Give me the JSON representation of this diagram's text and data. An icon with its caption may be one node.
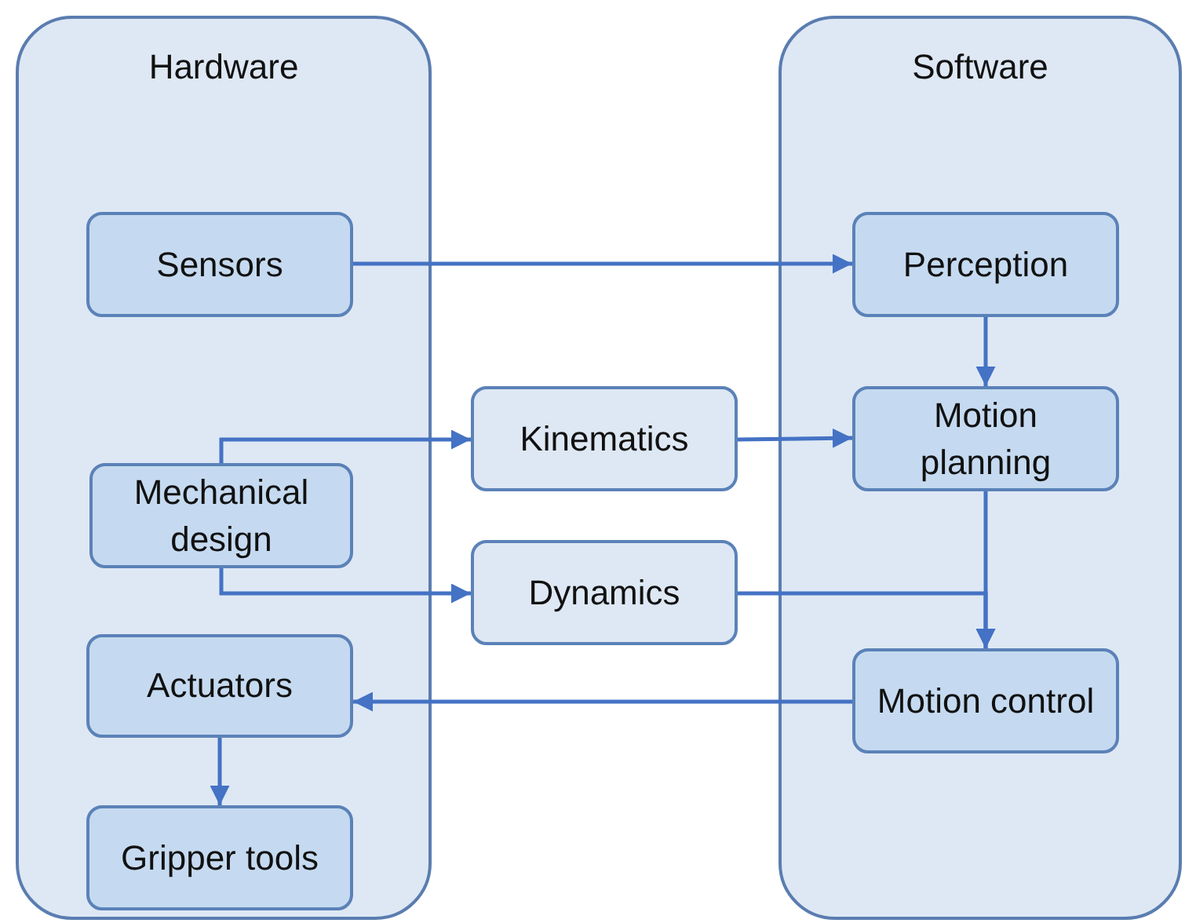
{
  "diagram": {
    "nodes": [
      {
        "text": [
          "Hardware"
        ]
      },
      {
        "text": [
          "Sensors"
        ],
        "in": 0
      },
      {
        "text": [
          "Mechanical design"
        ],
        "in": 0
      },
      {
        "text": [
          "Actuators"
        ],
        "in": 0
      },
      {
        "text": [
          "Gripper tools"
        ],
        "in": 0
      },
      {
        "text": [
          "Kinematics"
        ]
      },
      {
        "text": [
          "Dynamics"
        ]
      },
      {
        "text": [
          "Software"
        ]
      },
      {
        "text": [
          "Perception"
        ],
        "in": 7
      },
      {
        "text": [
          "Motion planning"
        ],
        "in": 7
      },
      {
        "text": [
          "Motion control"
        ],
        "in": 7
      }
    ],
    "edges": [
      {
        "from": 1,
        "to": 8,
        "arrow": "to"
      },
      {
        "from": 8,
        "to": 9,
        "arrow": "to"
      },
      {
        "from": 2,
        "to": 5,
        "arrow": "to"
      },
      {
        "from": 2,
        "to": 6,
        "arrow": "to"
      },
      {
        "from": 5,
        "to": 9,
        "arrow": "to"
      },
      {
        "from": 9,
        "to": 10,
        "arrow": "to"
      },
      {
        "from": 6,
        "to": 10,
        "arrow": "to"
      },
      {
        "from": 10,
        "to": 3,
        "arrow": "to"
      },
      {
        "from": 3,
        "to": 4,
        "arrow": "to"
      }
    ]
  }
}
